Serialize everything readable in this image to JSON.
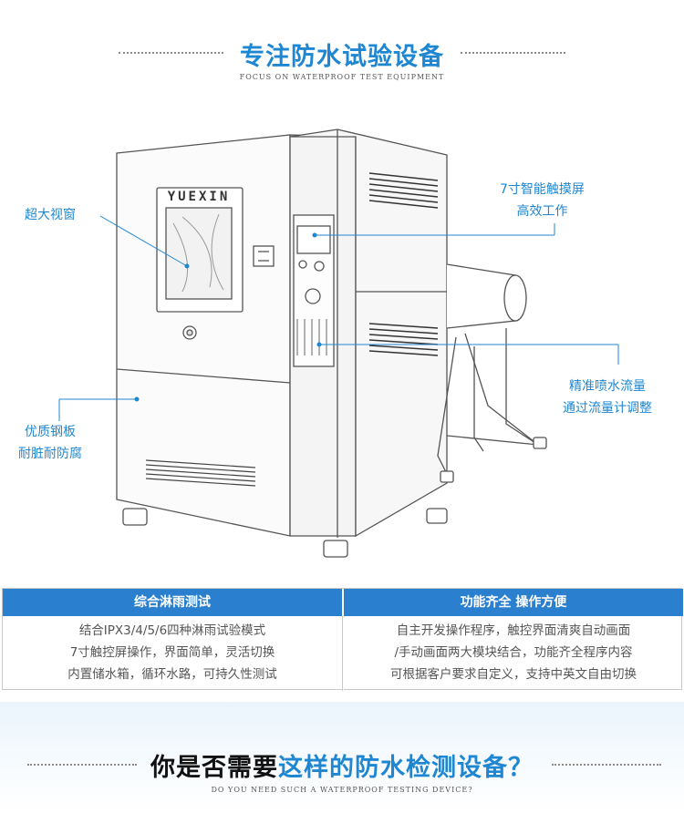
{
  "header": {
    "title": "专注防水试验设备",
    "subtitle": "FOCUS ON WATERPROOF TEST EQUIPMENT"
  },
  "figure": {
    "brand": "YUEXIN",
    "callouts": {
      "window": [
        "超大视窗"
      ],
      "touchscreen": [
        "7寸智能触摸屏",
        "高效工作"
      ],
      "flow": [
        "精准喷水流量",
        "通过流量计调整"
      ],
      "steel": [
        "优质钢板",
        "耐脏耐防腐"
      ]
    },
    "accent_color": "#1f87d1"
  },
  "table": {
    "left": {
      "header": "综合淋雨测试",
      "lines": [
        "结合IPX3/4/5/6四种淋雨试验模式",
        "7寸触控屏操作，界面简单，灵活切换",
        "内置储水箱，循环水路，可持久性测试"
      ]
    },
    "right": {
      "header": "功能齐全 操作方便",
      "lines": [
        "自主开发操作程序，触控界面清爽自动画面",
        "/手动画面两大模块结合，功能齐全程序内容",
        "可根据客户要求自定义，支持中英文自由切换"
      ]
    },
    "header_color": "#2a7fcf"
  },
  "footer": {
    "question_black": "你是否需要",
    "question_blue": "这样的防水检测设备？",
    "subtitle": "DO YOU NEED SUCH A WATERPROOF TESTING DEVICE?"
  }
}
